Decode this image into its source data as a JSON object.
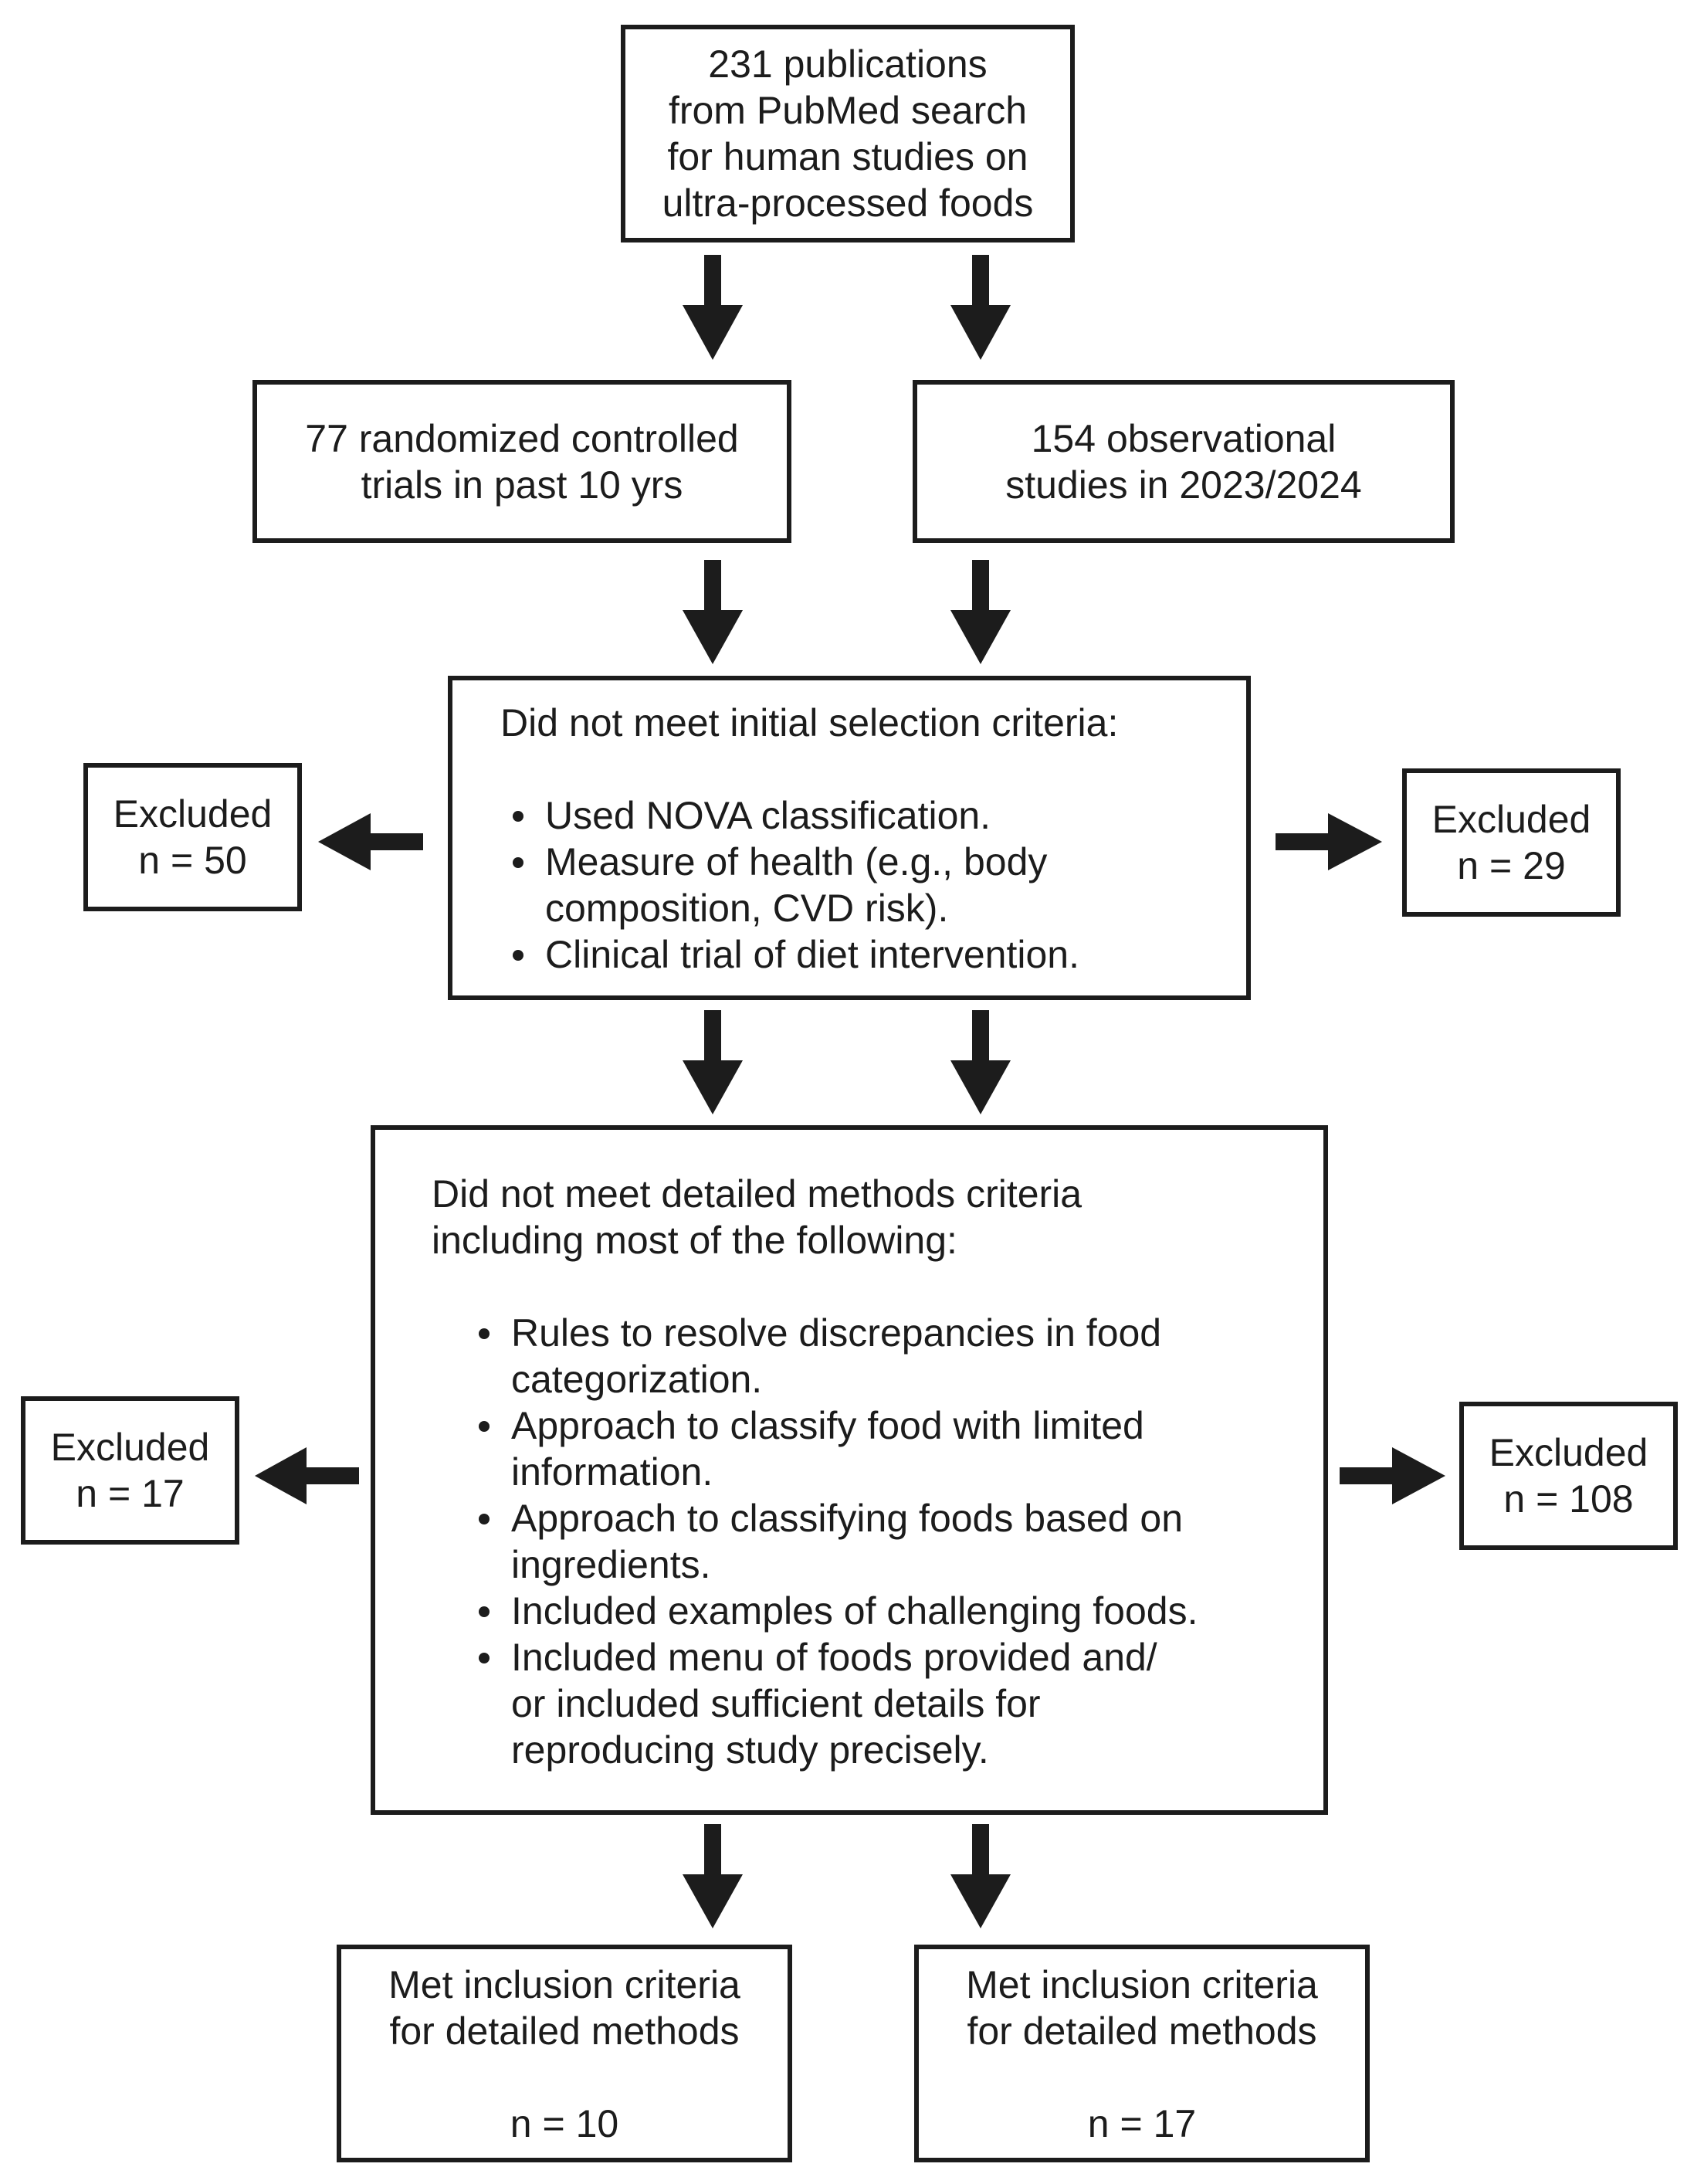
{
  "top": {
    "lines": [
      "231 publications",
      "from PubMed search",
      "for human studies on",
      "ultra-processed foods"
    ]
  },
  "rct": {
    "lines": [
      "77 randomized controlled",
      "trials in past 10 yrs"
    ]
  },
  "obs": {
    "lines": [
      "154 observational",
      "studies in 2023/2024"
    ]
  },
  "initial": {
    "heading": "Did not meet initial selection criteria:",
    "items": [
      [
        "Used NOVA classification."
      ],
      [
        "Measure of health (e.g., body",
        "composition, CVD risk)."
      ],
      [
        "Clinical trial of diet intervention."
      ]
    ]
  },
  "excluded_initial_left": {
    "label": "Excluded",
    "n": "n = 50"
  },
  "excluded_initial_right": {
    "label": "Excluded",
    "n": "n = 29"
  },
  "detailed": {
    "heading": [
      "Did not meet detailed methods criteria",
      "including most of the following:"
    ],
    "items": [
      [
        "Rules to resolve discrepancies in food",
        "categorization."
      ],
      [
        "Approach to classify food with limited",
        "information."
      ],
      [
        "Approach to classifying foods based on",
        "ingredients."
      ],
      [
        "Included examples of challenging foods."
      ],
      [
        "Included menu of foods provided and/",
        "or included sufficient details for",
        "reproducing study precisely."
      ]
    ]
  },
  "excluded_detailed_left": {
    "label": "Excluded",
    "n": "n = 17"
  },
  "excluded_detailed_right": {
    "label": "Excluded",
    "n": "n = 108"
  },
  "met_left": {
    "lines": [
      "Met inclusion criteria",
      "for detailed methods"
    ],
    "n": "n = 10"
  },
  "met_right": {
    "lines": [
      "Met inclusion criteria",
      "for detailed methods"
    ],
    "n": "n = 17"
  }
}
